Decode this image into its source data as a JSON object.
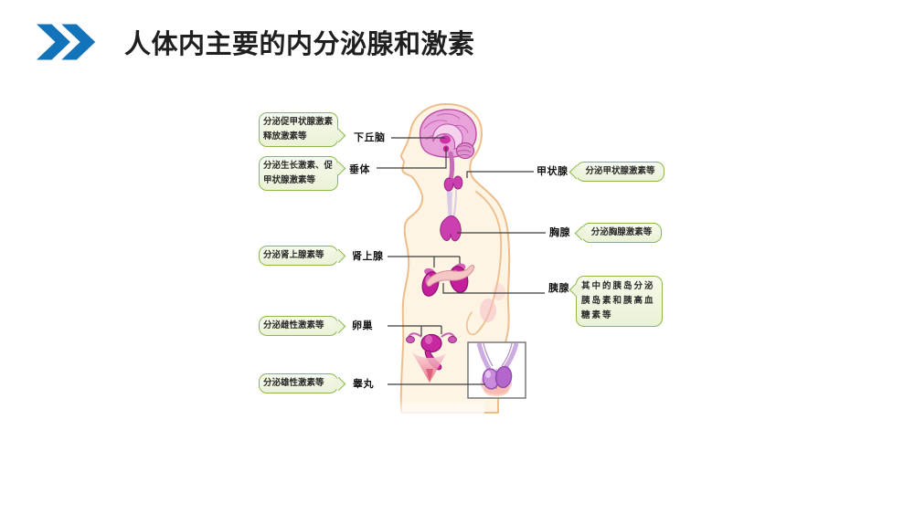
{
  "slide": {
    "title": "人体内主要的内分泌腺和激素"
  },
  "colors": {
    "accent_blue": "#1273BB",
    "callout_border": "#8CB84C",
    "callout_fill": "#F2F8E3",
    "organ_magenta": "#C31F9C",
    "body_outline": "#EDBE8C",
    "connector_line": "#3C3C3C"
  },
  "icons": {
    "title_marker": "double-chevron-right"
  },
  "callouts_left": [
    {
      "id": "hypothalamus",
      "text": "分泌促甲状腺激素释放激素等"
    },
    {
      "id": "pituitary",
      "text": "分泌生长激素、促甲状腺激素等"
    },
    {
      "id": "adrenal",
      "text": "分泌肾上腺素等"
    },
    {
      "id": "ovary",
      "text": "分泌雌性激素等"
    },
    {
      "id": "testis",
      "text": "分泌雄性激素等"
    }
  ],
  "callouts_right": [
    {
      "id": "thyroid",
      "text": "分泌甲状腺激素等"
    },
    {
      "id": "thymus",
      "text": "分泌胸腺激素等"
    },
    {
      "id": "pancreas",
      "text": "其中的胰岛分泌胰岛素和胰高血糖素等"
    }
  ],
  "organ_labels": {
    "hypothalamus": "下丘脑",
    "pituitary": "垂体",
    "thyroid": "甲状腺",
    "thymus": "胸腺",
    "adrenal": "肾上腺",
    "pancreas": "胰腺",
    "ovary": "卵巢",
    "testis": "睾丸"
  }
}
